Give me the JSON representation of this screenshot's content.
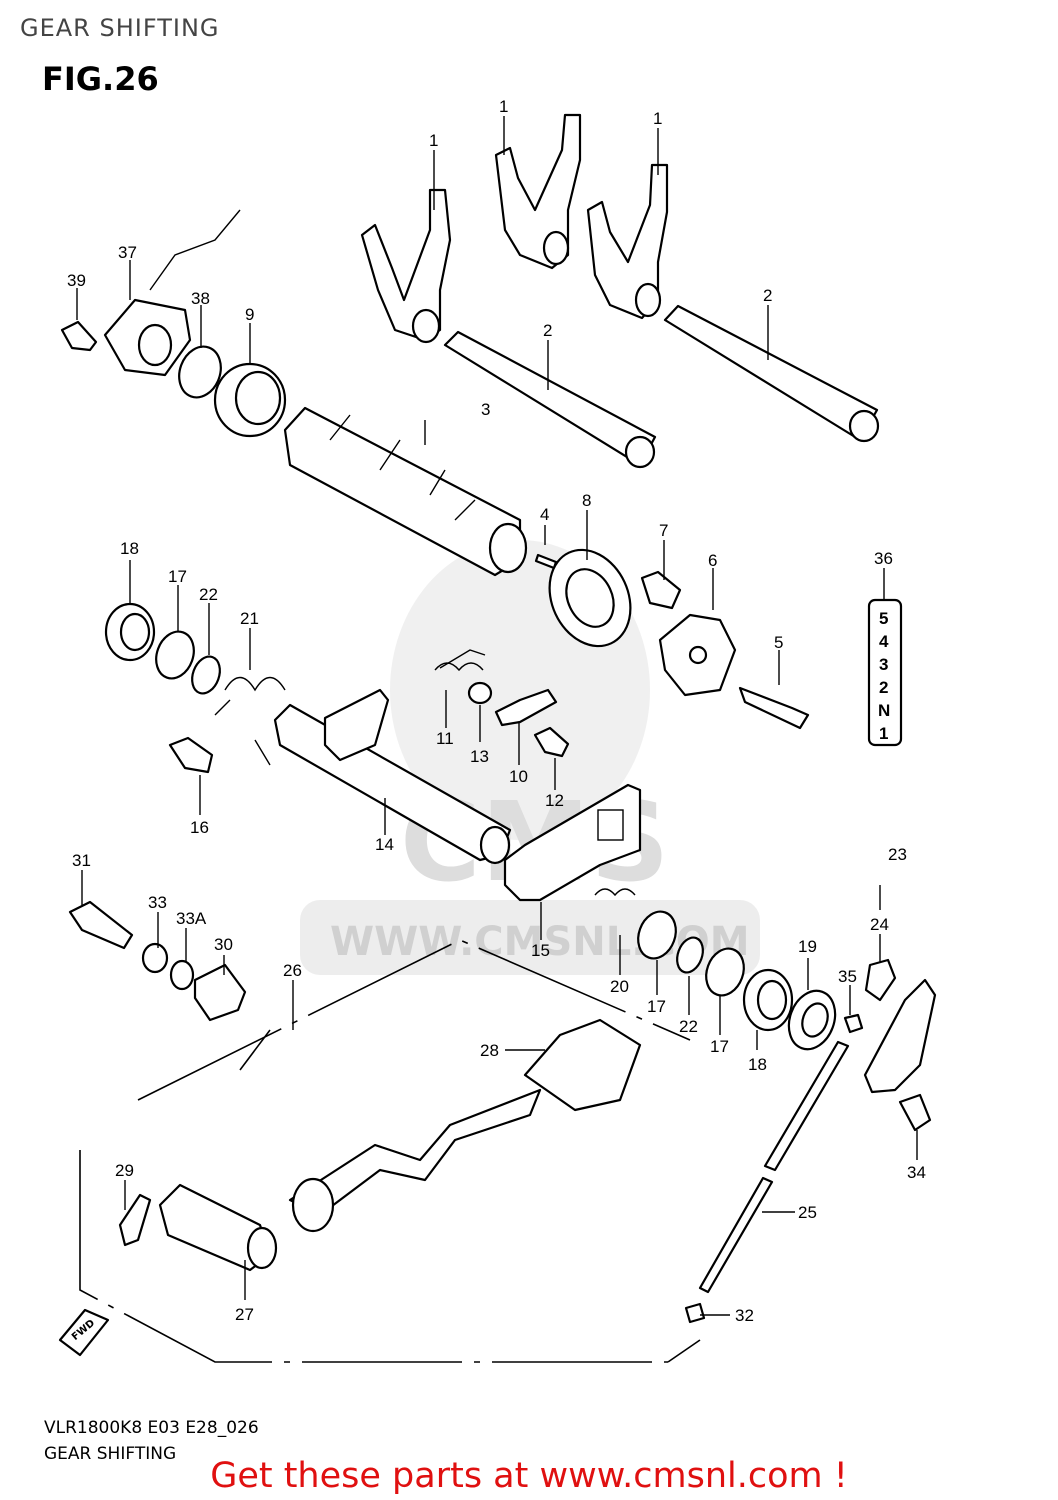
{
  "header": {
    "title": "GEAR SHIFTING",
    "figure": "FIG.26"
  },
  "footer": {
    "code": "VLR1800K8 E03 E28_026",
    "name": "GEAR SHIFTING"
  },
  "promo": "Get these parts at www.cmsnl.com !",
  "watermark": {
    "url": "WWW.CMSNL.COM",
    "brand": "CMS"
  },
  "direction_marker": "FWD",
  "gear_indicator": [
    "5",
    "4",
    "3",
    "2",
    "N",
    "1"
  ],
  "callouts": [
    "1",
    "1",
    "1",
    "2",
    "2",
    "3",
    "4",
    "5",
    "6",
    "7",
    "8",
    "9",
    "10",
    "11",
    "12",
    "13",
    "14",
    "15",
    "16",
    "17",
    "17",
    "17",
    "18",
    "18",
    "19",
    "20",
    "21",
    "22",
    "22",
    "23",
    "24",
    "25",
    "26",
    "27",
    "28",
    "29",
    "30",
    "31",
    "32",
    "33",
    "33A",
    "34",
    "35",
    "36",
    "37",
    "38",
    "39"
  ],
  "colors": {
    "promo": "#e01010",
    "watermark": "#e6e6e6",
    "ink": "#000000"
  }
}
